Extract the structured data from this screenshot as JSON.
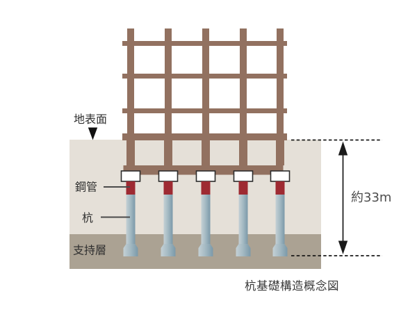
{
  "diagram": {
    "caption": "杭基礎構造概念図",
    "labels": {
      "ground_surface": "地表面",
      "steel_pipe": "鋼管",
      "pile": "杭",
      "bearing_stratum": "支持層",
      "depth": "約33m"
    },
    "colors": {
      "frame_brown": "#927160",
      "ground_light": "#e5e0d8",
      "bearing_band": "#aba293",
      "pipe_red": "#9e2a32",
      "pile_steel_light": "#c4d0d5",
      "pile_steel_mid": "#a6bbc4",
      "pile_steel_dark": "#7b99a9",
      "cap_white": "#ffffff",
      "cap_outline": "#2b2b2b",
      "line_dark": "#1a1a1a",
      "pointer_gray": "#4a4a4a",
      "text_white": "#fbfaf5"
    }
  }
}
